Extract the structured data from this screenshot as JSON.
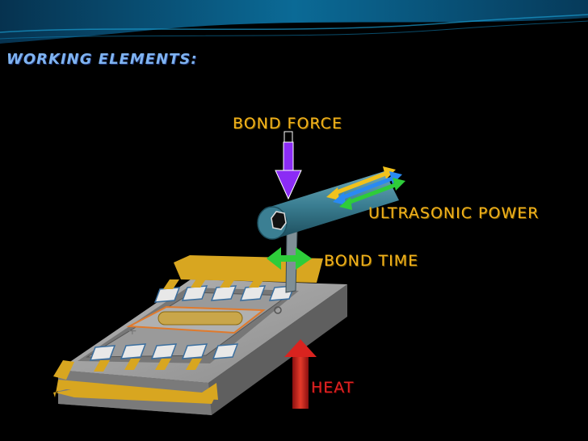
{
  "slide": {
    "title": "WORKING ELEMENTS:",
    "labels": {
      "bond_force": "BOND FORCE",
      "ultrasonic_power": "ULTRASONIC POWER",
      "bond_time": "BOND TIME",
      "heat": "HEAT"
    }
  },
  "colors": {
    "background": "#000000",
    "banner": "#0a5e88",
    "title": "#7fb3f0",
    "label_gold": "#f2b21c",
    "label_red": "#e02323",
    "bond_force_arrow": "#8b2cf5",
    "ultrasonic_arrows": [
      "#f2c21c",
      "#2a8af2",
      "#2ecc3a"
    ],
    "bond_time_arrow": "#2ecc3a",
    "heat_arrow": "#d9231f",
    "lead_frame": "#d8a620",
    "package": "#8a8a8a"
  }
}
